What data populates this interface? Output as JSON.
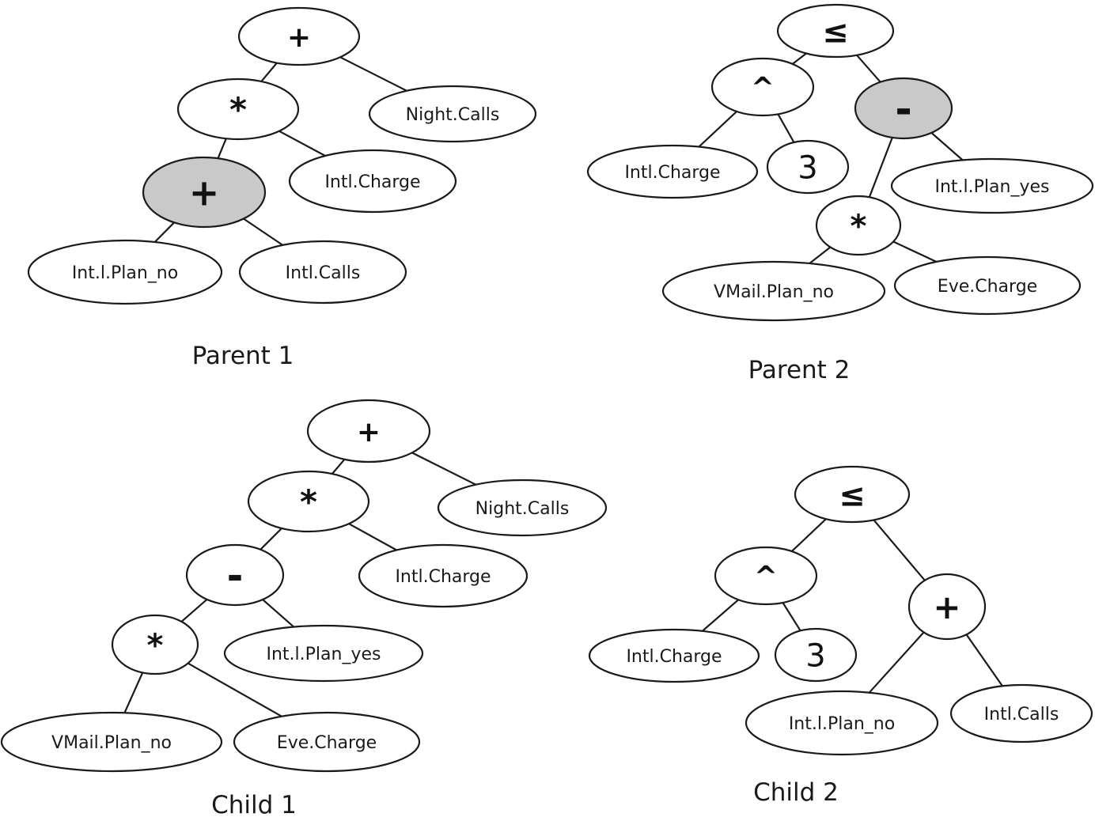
{
  "trees": [
    {
      "caption": "Parent 1",
      "nodes": [
        {
          "id": "p1-root",
          "label": "+",
          "highlighted": false
        },
        {
          "id": "p1-mul",
          "label": "*",
          "highlighted": false
        },
        {
          "id": "p1-night-calls",
          "label": "Night.Calls",
          "highlighted": false
        },
        {
          "id": "p1-plus",
          "label": "+",
          "highlighted": true
        },
        {
          "id": "p1-intl-charge",
          "label": "Intl.Charge",
          "highlighted": false
        },
        {
          "id": "p1-intl-plan-no",
          "label": "Int.l.Plan_no",
          "highlighted": false
        },
        {
          "id": "p1-intl-calls",
          "label": "Intl.Calls",
          "highlighted": false
        }
      ],
      "edges": [
        [
          "p1-root",
          "p1-mul"
        ],
        [
          "p1-root",
          "p1-night-calls"
        ],
        [
          "p1-mul",
          "p1-plus"
        ],
        [
          "p1-mul",
          "p1-intl-charge"
        ],
        [
          "p1-plus",
          "p1-intl-plan-no"
        ],
        [
          "p1-plus",
          "p1-intl-calls"
        ]
      ]
    },
    {
      "caption": "Parent 2",
      "nodes": [
        {
          "id": "p2-root",
          "label": "≤",
          "highlighted": false
        },
        {
          "id": "p2-pow",
          "label": "^",
          "highlighted": false
        },
        {
          "id": "p2-minus",
          "label": "-",
          "highlighted": true
        },
        {
          "id": "p2-intl-charge",
          "label": "Intl.Charge",
          "highlighted": false
        },
        {
          "id": "p2-three",
          "label": "3",
          "highlighted": false
        },
        {
          "id": "p2-intl-plan-yes",
          "label": "Int.l.Plan_yes",
          "highlighted": false
        },
        {
          "id": "p2-mul",
          "label": "*",
          "highlighted": false
        },
        {
          "id": "p2-vmail-plan-no",
          "label": "VMail.Plan_no",
          "highlighted": false
        },
        {
          "id": "p2-eve-charge",
          "label": "Eve.Charge",
          "highlighted": false
        }
      ],
      "edges": [
        [
          "p2-root",
          "p2-pow"
        ],
        [
          "p2-root",
          "p2-minus"
        ],
        [
          "p2-pow",
          "p2-intl-charge"
        ],
        [
          "p2-pow",
          "p2-three"
        ],
        [
          "p2-minus",
          "p2-mul"
        ],
        [
          "p2-minus",
          "p2-intl-plan-yes"
        ],
        [
          "p2-mul",
          "p2-vmail-plan-no"
        ],
        [
          "p2-mul",
          "p2-eve-charge"
        ]
      ]
    },
    {
      "caption": "Child 1",
      "nodes": [
        {
          "id": "c1-root",
          "label": "+",
          "highlighted": false
        },
        {
          "id": "c1-mul",
          "label": "*",
          "highlighted": false
        },
        {
          "id": "c1-night-calls",
          "label": "Night.Calls",
          "highlighted": false
        },
        {
          "id": "c1-minus",
          "label": "-",
          "highlighted": false
        },
        {
          "id": "c1-intl-charge",
          "label": "Intl.Charge",
          "highlighted": false
        },
        {
          "id": "c1-mul2",
          "label": "*",
          "highlighted": false
        },
        {
          "id": "c1-intl-plan-yes",
          "label": "Int.l.Plan_yes",
          "highlighted": false
        },
        {
          "id": "c1-vmail-plan-no",
          "label": "VMail.Plan_no",
          "highlighted": false
        },
        {
          "id": "c1-eve-charge",
          "label": "Eve.Charge",
          "highlighted": false
        }
      ],
      "edges": [
        [
          "c1-root",
          "c1-mul"
        ],
        [
          "c1-root",
          "c1-night-calls"
        ],
        [
          "c1-mul",
          "c1-minus"
        ],
        [
          "c1-mul",
          "c1-intl-charge"
        ],
        [
          "c1-minus",
          "c1-mul2"
        ],
        [
          "c1-minus",
          "c1-intl-plan-yes"
        ],
        [
          "c1-mul2",
          "c1-vmail-plan-no"
        ],
        [
          "c1-mul2",
          "c1-eve-charge"
        ]
      ]
    },
    {
      "caption": "Child 2",
      "nodes": [
        {
          "id": "c2-root",
          "label": "≤",
          "highlighted": false
        },
        {
          "id": "c2-pow",
          "label": "^",
          "highlighted": false
        },
        {
          "id": "c2-plus",
          "label": "+",
          "highlighted": false
        },
        {
          "id": "c2-intl-charge",
          "label": "Intl.Charge",
          "highlighted": false
        },
        {
          "id": "c2-three",
          "label": "3",
          "highlighted": false
        },
        {
          "id": "c2-intl-plan-no",
          "label": "Int.l.Plan_no",
          "highlighted": false
        },
        {
          "id": "c2-intl-calls",
          "label": "Intl.Calls",
          "highlighted": false
        }
      ],
      "edges": [
        [
          "c2-root",
          "c2-pow"
        ],
        [
          "c2-root",
          "c2-plus"
        ],
        [
          "c2-pow",
          "c2-intl-charge"
        ],
        [
          "c2-pow",
          "c2-three"
        ],
        [
          "c2-plus",
          "c2-intl-plan-no"
        ],
        [
          "c2-plus",
          "c2-intl-calls"
        ]
      ]
    }
  ]
}
